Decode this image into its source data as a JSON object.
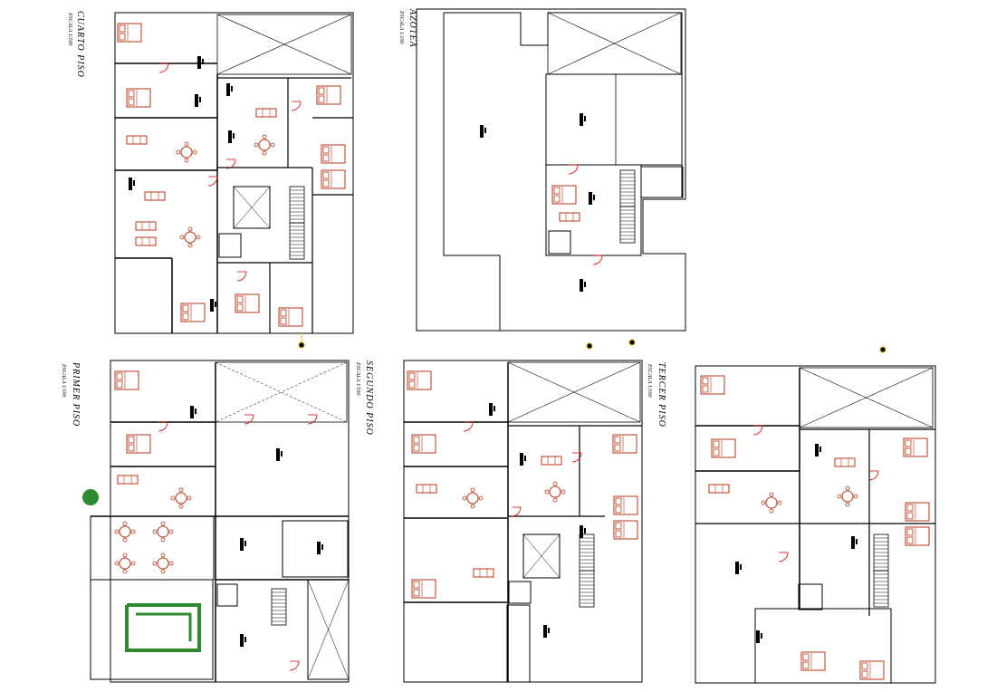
{
  "colors": {
    "wall": "#000000",
    "furniture": "#b5371a",
    "door": "#e00000",
    "garden": "#2f8a2f",
    "background": "#ffffff"
  },
  "plans": [
    {
      "id": "cuarto-piso",
      "title": "CUARTO PISO",
      "scale": "ESCALA 1/100"
    },
    {
      "id": "azotea",
      "title": "AZOTEA",
      "scale": "ESCALA 1/100"
    },
    {
      "id": "primer-piso",
      "title": "PRIMER PISO",
      "scale": "ESCALA 1/100"
    },
    {
      "id": "segundo-piso",
      "title": "SEGUNDO PISO",
      "scale": "ESCALA 1/100"
    },
    {
      "id": "tercer-piso",
      "title": "TERCER PISO",
      "scale": "ESCALA 1/100"
    }
  ]
}
